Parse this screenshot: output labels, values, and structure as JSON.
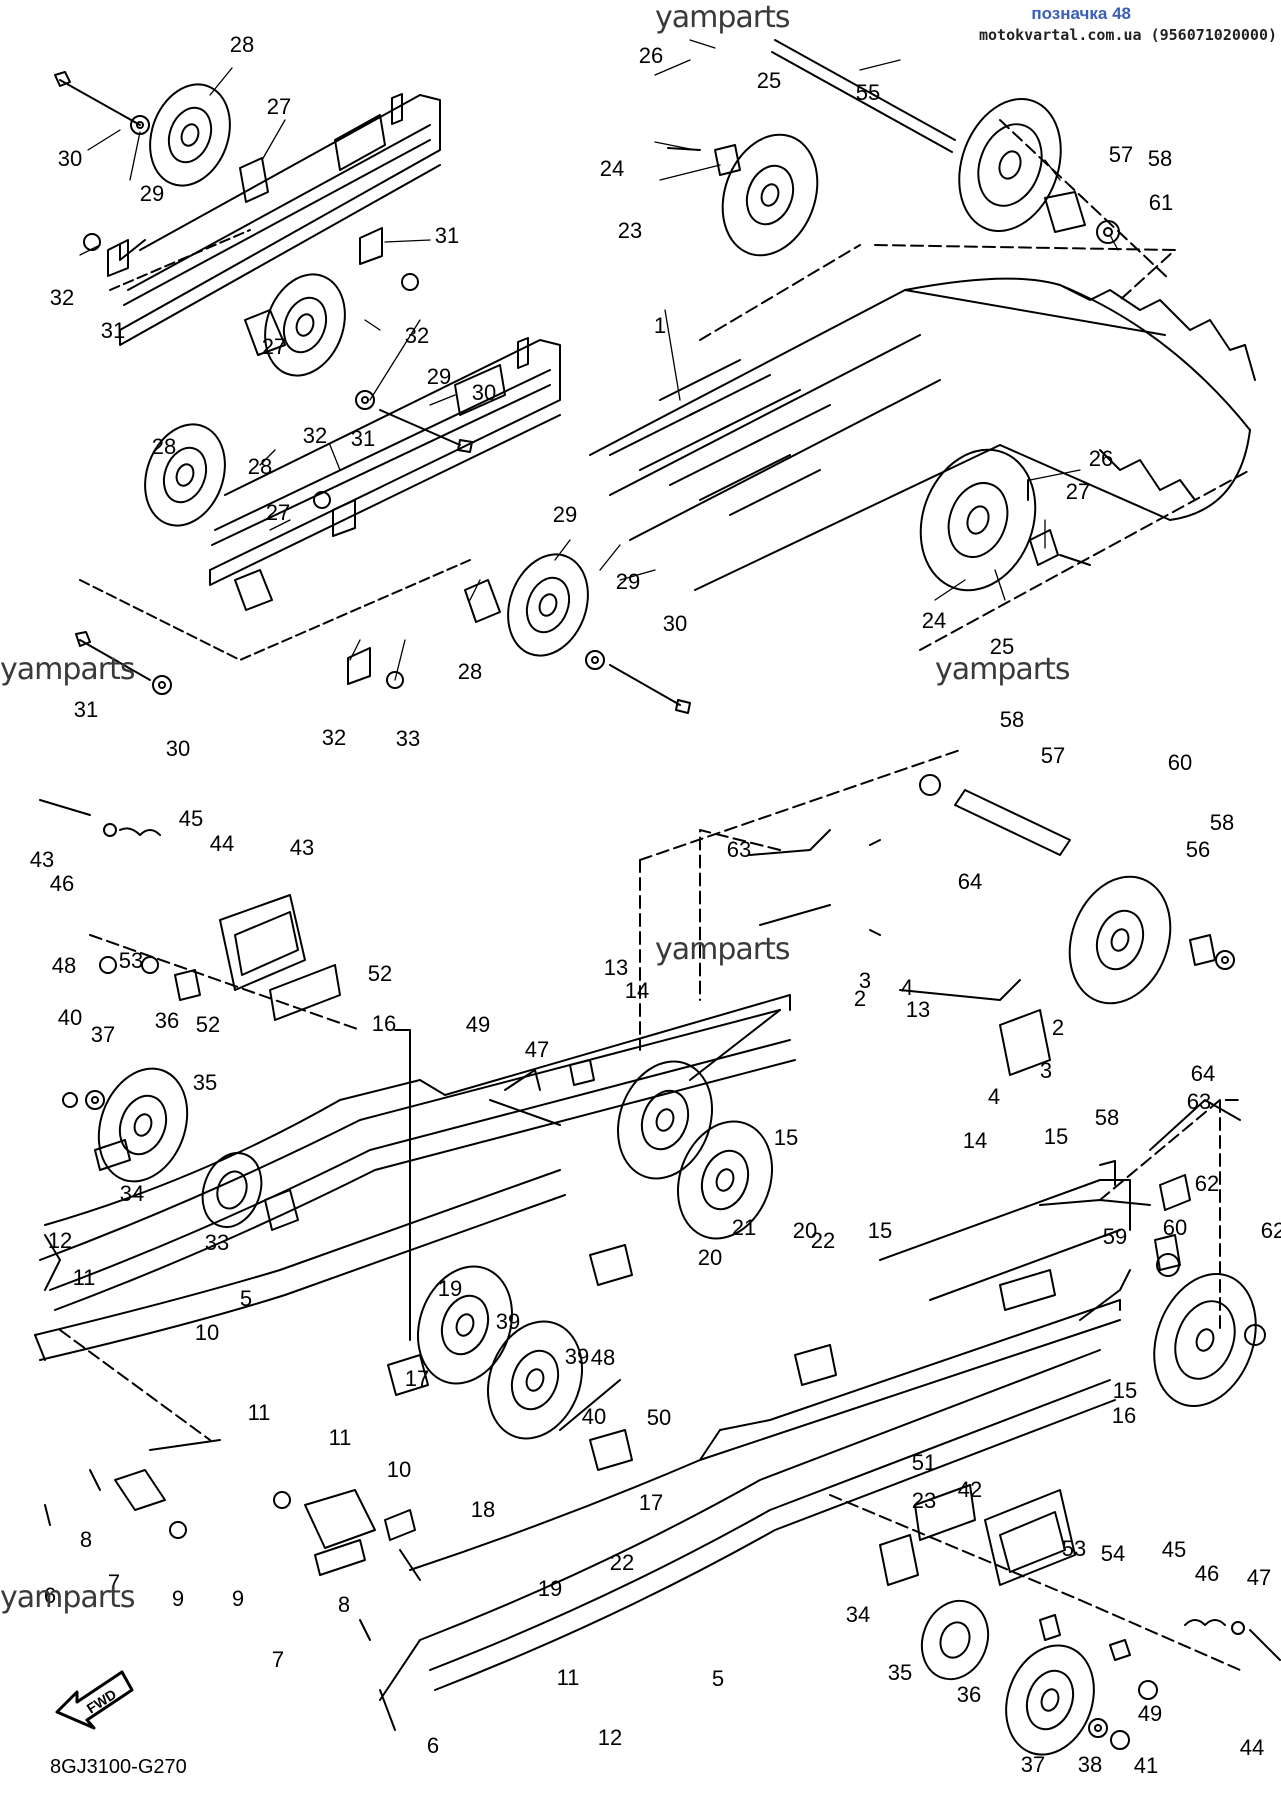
{
  "header": {
    "title": "позначка 48",
    "site": "motokvartal.com.ua (956071020000)"
  },
  "watermarks": [
    "yamparts",
    "yamparts",
    "yamparts",
    "yamparts",
    "yamparts"
  ],
  "diagram_code": "8GJ3100-G270",
  "fwd_label": "FWD",
  "callouts": [
    "1",
    "2",
    "2",
    "3",
    "3",
    "4",
    "4",
    "5",
    "5",
    "6",
    "6",
    "7",
    "7",
    "8",
    "8",
    "9",
    "9",
    "10",
    "10",
    "11",
    "11",
    "11",
    "11",
    "12",
    "12",
    "13",
    "13",
    "14",
    "14",
    "15",
    "15",
    "15",
    "15",
    "16",
    "16",
    "17",
    "17",
    "18",
    "19",
    "19",
    "20",
    "20",
    "21",
    "22",
    "22",
    "23",
    "23",
    "24",
    "24",
    "25",
    "25",
    "26",
    "26",
    "27",
    "27",
    "27",
    "27",
    "28",
    "28",
    "28",
    "28",
    "29",
    "29",
    "29",
    "29",
    "30",
    "30",
    "30",
    "30",
    "31",
    "31",
    "31",
    "31",
    "32",
    "32",
    "32",
    "32",
    "33",
    "33",
    "34",
    "34",
    "35",
    "35",
    "36",
    "36",
    "37",
    "37",
    "38",
    "39",
    "39",
    "40",
    "40",
    "41",
    "42",
    "43",
    "43",
    "44",
    "44",
    "45",
    "45",
    "46",
    "46",
    "47",
    "47",
    "48",
    "48",
    "49",
    "49",
    "50",
    "51",
    "52",
    "52",
    "53",
    "53",
    "54",
    "55",
    "56",
    "57",
    "57",
    "58",
    "58",
    "58",
    "58",
    "59",
    "60",
    "60",
    "61",
    "62",
    "62",
    "63",
    "63",
    "64",
    "64"
  ],
  "colors": {
    "line": "#000000",
    "watermark": "#3a3a3a",
    "title": "#3a5fb8"
  }
}
